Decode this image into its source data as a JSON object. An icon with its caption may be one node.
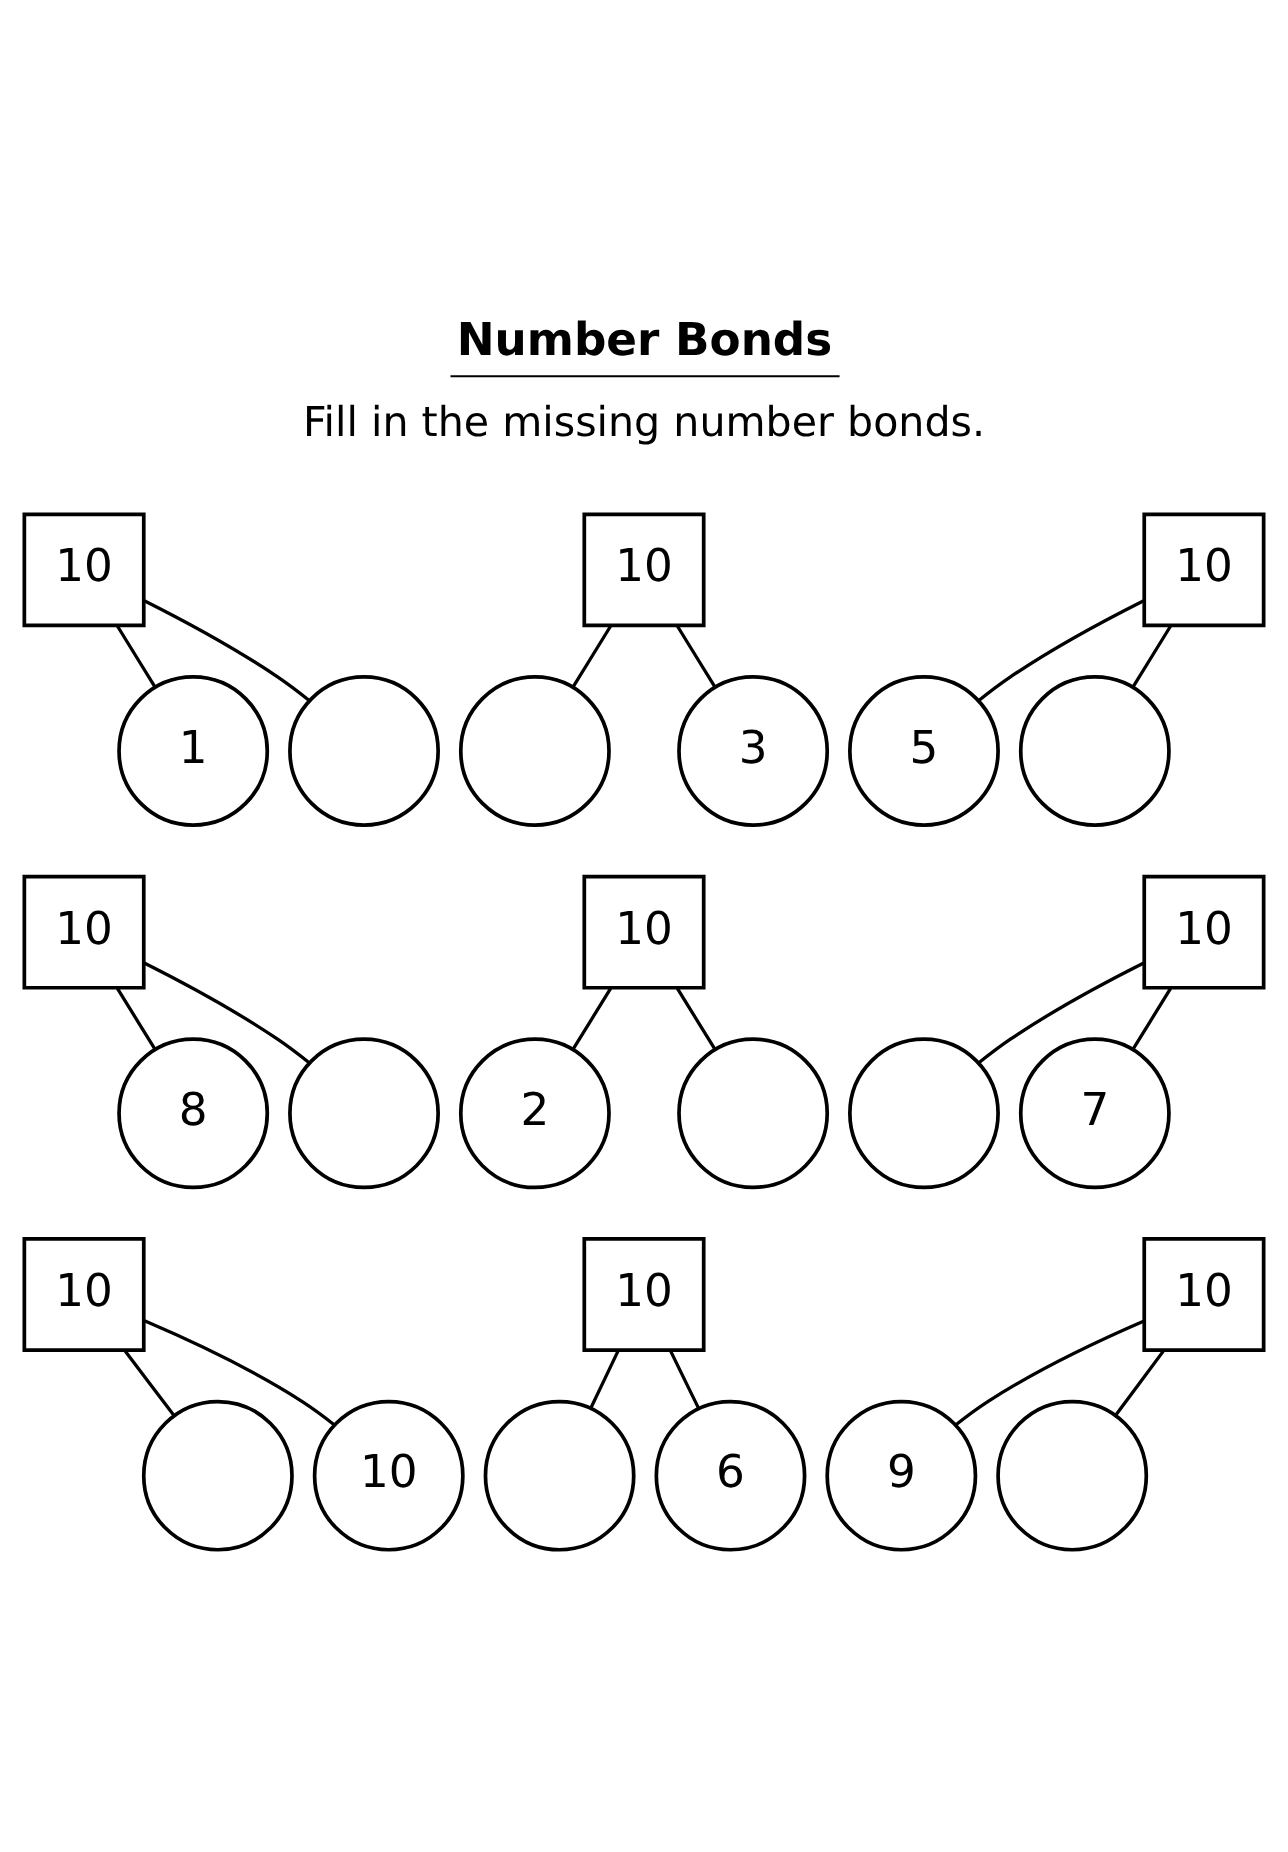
{
  "diagram": {
    "title": "Number Bonds",
    "nodes": [
      {
        "text": [
          "10"
        ]
      },
      {
        "text": [
          "1"
        ]
      },
      {
        "text": [],
        "shape": "circle"
      },
      {
        "text": [
          "10"
        ]
      },
      {
        "text": [],
        "shape": "circle"
      },
      {
        "text": [
          "3"
        ]
      },
      {
        "text": [
          "10"
        ]
      },
      {
        "text": [
          "5"
        ]
      },
      {
        "text": [],
        "shape": "circle"
      },
      {
        "text": [
          "10"
        ]
      },
      {
        "text": [
          "8"
        ]
      },
      {
        "text": [],
        "shape": "circle"
      },
      {
        "text": [
          "10"
        ]
      },
      {
        "text": [
          "2"
        ]
      },
      {
        "text": [],
        "shape": "circle"
      },
      {
        "text": [
          "10"
        ]
      },
      {
        "text": [],
        "shape": "circle"
      },
      {
        "text": [
          "7"
        ]
      },
      {
        "text": [
          "10"
        ]
      },
      {
        "text": [],
        "shape": "circle"
      },
      {
        "text": [
          "10"
        ]
      },
      {
        "text": [
          "10"
        ]
      },
      {
        "text": [],
        "shape": "circle"
      },
      {
        "text": [
          "6"
        ]
      },
      {
        "text": [
          "10"
        ]
      },
      {
        "text": [
          "9"
        ]
      },
      {
        "text": [],
        "shape": "circle"
      }
    ],
    "edges": [
      {
        "from": 0,
        "to": 1,
        "arrow": "none"
      },
      {
        "from": 0,
        "to": 2,
        "arrow": "none"
      },
      {
        "from": 3,
        "to": 4,
        "arrow": "none"
      },
      {
        "from": 3,
        "to": 5,
        "arrow": "none"
      },
      {
        "from": 6,
        "to": 7,
        "arrow": "none"
      },
      {
        "from": 6,
        "to": 8,
        "arrow": "none"
      },
      {
        "from": 9,
        "to": 10,
        "arrow": "none"
      },
      {
        "from": 9,
        "to": 11,
        "arrow": "none"
      },
      {
        "from": 12,
        "to": 13,
        "arrow": "none"
      },
      {
        "from": 12,
        "to": 14,
        "arrow": "none"
      },
      {
        "from": 15,
        "to": 16,
        "arrow": "none"
      },
      {
        "from": 15,
        "to": 17,
        "arrow": "none"
      },
      {
        "from": 18,
        "to": 19,
        "arrow": "none"
      },
      {
        "from": 18,
        "to": 20,
        "arrow": "none"
      },
      {
        "from": 21,
        "to": 22,
        "arrow": "none"
      },
      {
        "from": 21,
        "to": 23,
        "arrow": "none"
      },
      {
        "from": 24,
        "to": 25,
        "arrow": "none"
      },
      {
        "from": 24,
        "to": 26,
        "arrow": "none"
      }
    ],
    "labels": [
      "Fill in the missing number bonds."
    ]
  }
}
